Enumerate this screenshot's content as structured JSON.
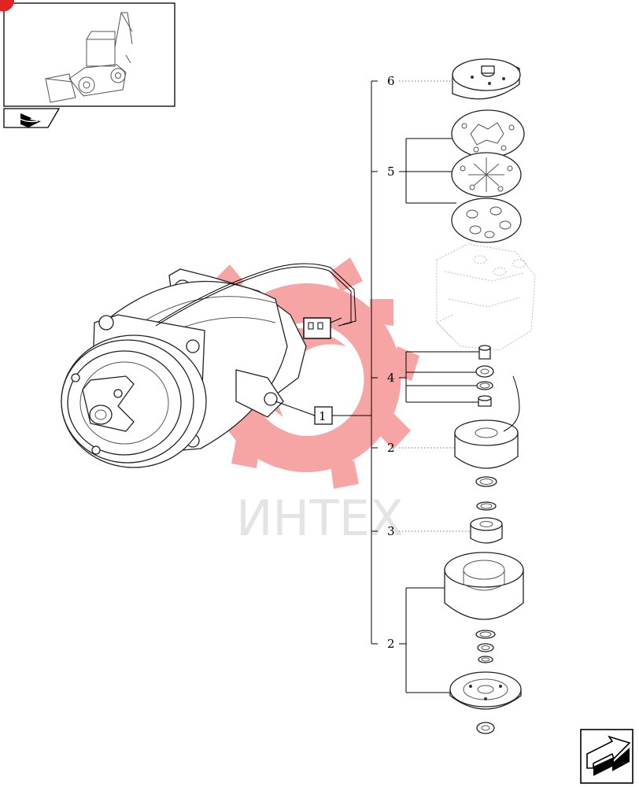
{
  "watermark": {
    "text": "ИНТЕХ",
    "color": "#f25a5a"
  },
  "callouts": {
    "main_part_number": "1",
    "items": [
      {
        "label": "6"
      },
      {
        "label": "5"
      },
      {
        "label": "4"
      },
      {
        "label": "2"
      },
      {
        "label": "3"
      },
      {
        "label": "2"
      }
    ]
  },
  "icons": {
    "thumbnail": "backhoe-loader-thumbnail",
    "section_tab": "section-arrow-icon",
    "next_page": "next-page-arrow-icon",
    "corner_marker": "red-corner-marker"
  }
}
